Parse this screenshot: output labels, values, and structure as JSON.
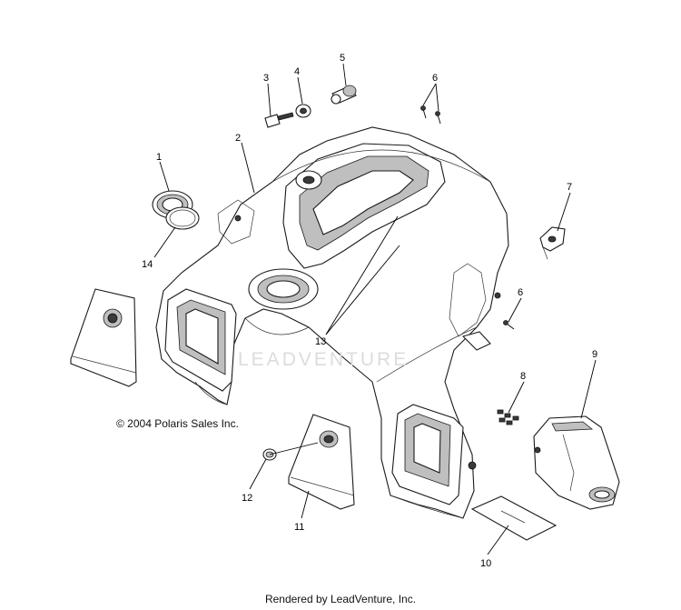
{
  "diagram": {
    "callouts": [
      "1",
      "2",
      "3",
      "4",
      "5",
      "6",
      "6",
      "7",
      "8",
      "9",
      "10",
      "11",
      "12",
      "13",
      "14"
    ],
    "watermark": "LEADVENTURE",
    "copyright": "© 2004 Polaris Sales Inc.",
    "footer": "Rendered by LeadVenture, Inc."
  }
}
